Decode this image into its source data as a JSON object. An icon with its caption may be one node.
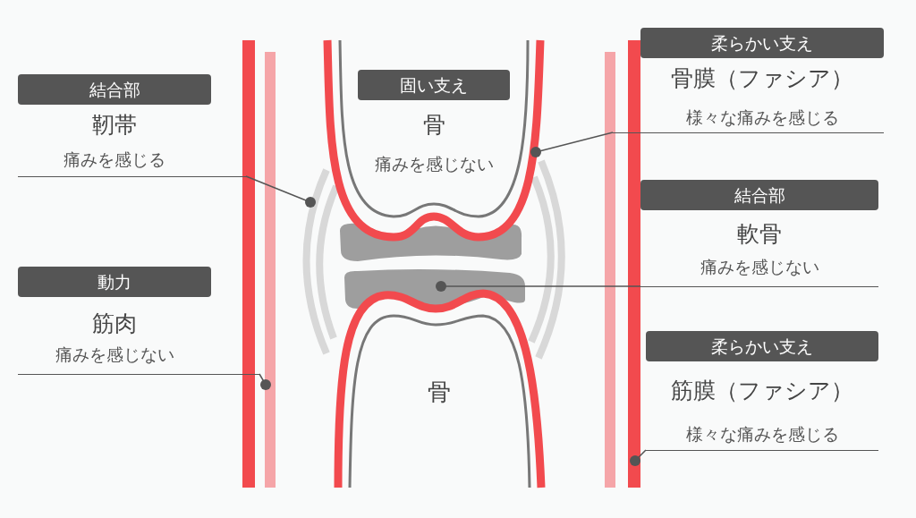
{
  "diagram": {
    "nodes": [
      {
        "text": [
          "結合部",
          "靭帯",
          "痛みを感じる"
        ]
      },
      {
        "text": [
          "動力",
          "筋肉",
          "痛みを感じない"
        ]
      },
      {
        "text": [
          "柔らかい支え",
          "骨膜（ファシア）",
          "様々な痛みを感じる"
        ]
      },
      {
        "text": [
          "結合部",
          "軟骨",
          "痛みを感じない"
        ]
      },
      {
        "text": [
          "柔らかい支え",
          "筋膜（ファシア）",
          "様々な痛みを感じる"
        ]
      },
      {
        "text": [],
        "shape": "line"
      },
      {
        "text": [
          "固い支え",
          "骨",
          "痛みを感じない"
        ],
        "in": 5
      },
      {
        "text": [
          "骨"
        ]
      },
      {
        "text": [],
        "shape": "arc"
      },
      {
        "text": [],
        "shape": "arc"
      },
      {
        "text": [],
        "shape": "bar"
      },
      {
        "text": [],
        "shape": "bar"
      },
      {
        "text": [],
        "shape": "bar"
      },
      {
        "text": [],
        "shape": "bar"
      },
      {
        "text": [],
        "shape": "bar"
      },
      {
        "text": [],
        "shape": "bar"
      }
    ],
    "edges": [
      {
        "from": 0,
        "to": 8,
        "arrow": "other"
      },
      {
        "from": 1,
        "to": 11,
        "arrow": "other"
      },
      {
        "from": 2,
        "to": 5,
        "arrow": "other"
      },
      {
        "from": 3,
        "to": 15,
        "arrow": "other"
      },
      {
        "from": 4,
        "to": 13,
        "arrow": "other"
      }
    ]
  }
}
